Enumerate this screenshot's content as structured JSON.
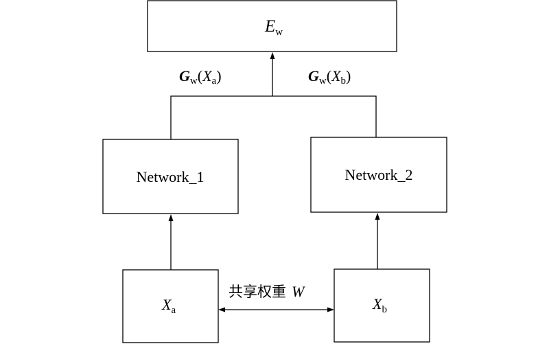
{
  "nodes": {
    "energy": {
      "symbol": "E",
      "sub": "w"
    },
    "net1": {
      "label": "Network_1"
    },
    "net2": {
      "label": "Network_2"
    },
    "xa": {
      "symbol": "X",
      "sub": "a"
    },
    "xb": {
      "symbol": "X",
      "sub": "b"
    }
  },
  "edges": {
    "out_a": {
      "func": "G",
      "func_sub": "w",
      "open": "(",
      "arg": "X",
      "arg_sub": "a",
      "close": ")"
    },
    "out_b": {
      "func": "G",
      "func_sub": "w",
      "open": "(",
      "arg": "X",
      "arg_sub": "b",
      "close": ")"
    },
    "shared": {
      "text": "共享权重",
      "symbol": "W"
    }
  }
}
